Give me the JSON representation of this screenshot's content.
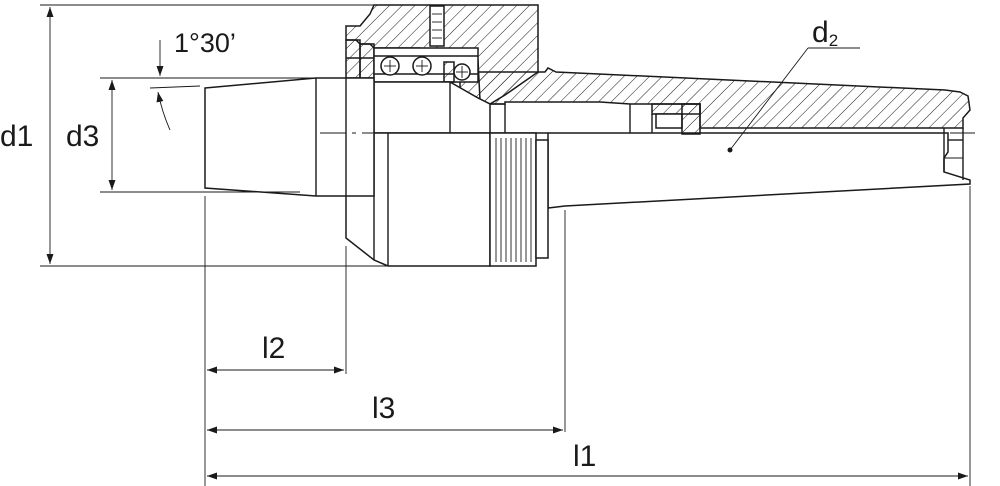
{
  "drawing": {
    "labels": {
      "angle": "1°30’",
      "d1": "d1",
      "d3": "d3",
      "d2_main": "d",
      "d2_sub": "2",
      "l1": "l1",
      "l2": "l2",
      "l3": "l3"
    }
  }
}
